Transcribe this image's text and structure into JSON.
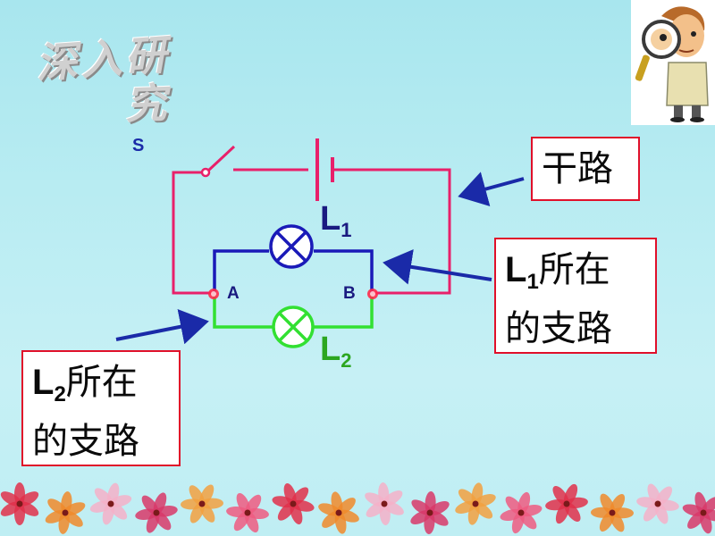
{
  "title": {
    "line1": "深入研",
    "line2": "究"
  },
  "circuit": {
    "switch_label": "S",
    "node_a": "A",
    "node_b": "B",
    "lamp1": {
      "letter": "L",
      "sub": "1"
    },
    "lamp2": {
      "letter": "L",
      "sub": "2"
    }
  },
  "labels": {
    "main_path": "干路",
    "l1_branch": {
      "letter": "L",
      "sub": "1",
      "line1_rest": "所在",
      "line2": "的支路"
    },
    "l2_branch": {
      "letter": "L",
      "sub": "2",
      "line1_rest": "所在",
      "line2": "的支路"
    }
  },
  "colors": {
    "main_wire": "#e8206a",
    "l1_branch_wire": "#1a1ab8",
    "l2_branch_wire": "#32e032",
    "arrow": "#1a2aa8",
    "label_border": "#e0102a"
  },
  "icons": [
    "magnifier-character-icon",
    "flower-border-icon"
  ]
}
